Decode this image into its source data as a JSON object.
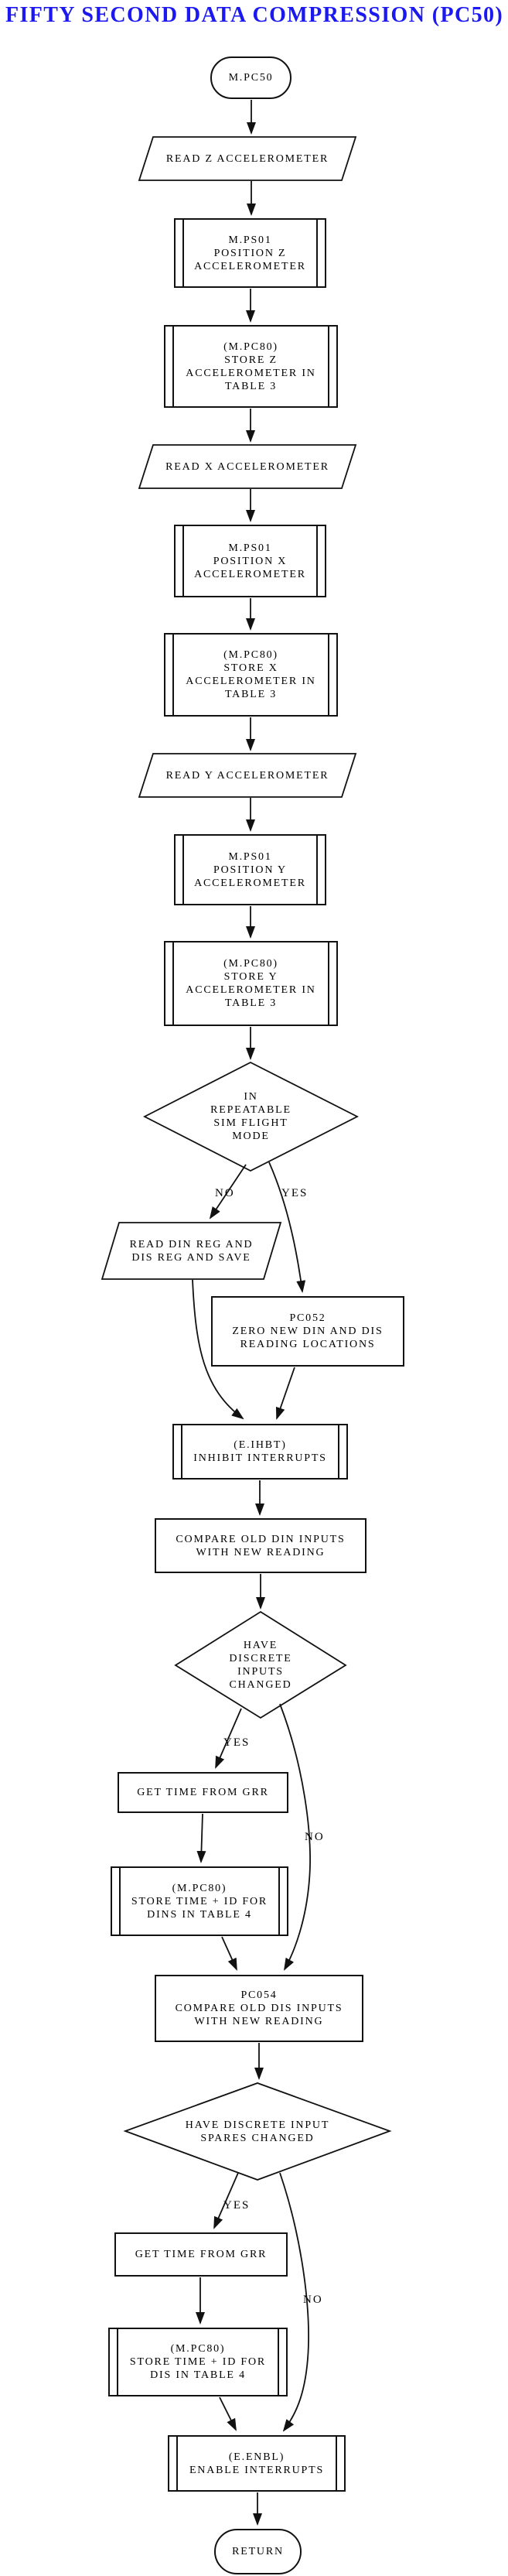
{
  "title": "FIFTY SECOND DATA COMPRESSION (PC50)",
  "colors": {
    "title": "#1b18f0",
    "line": "#111111",
    "background": "#ffffff"
  },
  "nodes": {
    "start": "M.PC50",
    "io_read_z": "READ Z ACCELEROMETER",
    "sub_pos_z": "M.PS01\nPOSITION Z\nACCELEROMETER",
    "sub_store_z": "(M.PC80)\nSTORE Z\nACCELEROMETER IN\nTABLE 3",
    "io_read_x": "READ X ACCELEROMETER",
    "sub_pos_x": "M.PS01\nPOSITION X\nACCELEROMETER",
    "sub_store_x": "(M.PC80)\nSTORE X\nACCELEROMETER IN\nTABLE 3",
    "io_read_y": "READ Y ACCELEROMETER",
    "sub_pos_y": "M.PS01\nPOSITION Y\nACCELEROMETER",
    "sub_store_y": "(M.PC80)\nSTORE Y\nACCELEROMETER IN\nTABLE 3",
    "dec_sim_mode": "IN\nREPEATABLE\nSIM FLIGHT\nMODE",
    "io_read_din": "READ DIN REG AND\nDIS REG AND SAVE",
    "proc_zero": "PC052\nZERO NEW DIN AND DIS\nREADING LOCATIONS",
    "sub_inhibit": "(E.IHBT)\nINHIBIT INTERRUPTS",
    "proc_compare_din": "COMPARE OLD DIN INPUTS\nWITH NEW READING",
    "dec_din_changed": "HAVE\nDISCRETE\nINPUTS\nCHANGED",
    "proc_get_time_1": "GET TIME FROM GRR",
    "sub_store_dins": "(M.PC80)\nSTORE TIME + ID FOR\nDINS IN TABLE 4",
    "proc_compare_dis": "PC054\nCOMPARE OLD DIS INPUTS\nWITH NEW READING",
    "dec_spares_changed": "HAVE DISCRETE INPUT\nSPARES CHANGED",
    "proc_get_time_2": "GET TIME FROM GRR",
    "sub_store_dis": "(M.PC80)\nSTORE TIME + ID FOR\nDIS IN TABLE 4",
    "sub_enable": "(E.ENBL)\nENABLE INTERRUPTS",
    "end": "RETURN"
  },
  "labels": {
    "no_1": "NO",
    "yes_1": "YES",
    "yes_2": "YES",
    "no_2": "NO",
    "yes_3": "YES",
    "no_3": "NO"
  }
}
